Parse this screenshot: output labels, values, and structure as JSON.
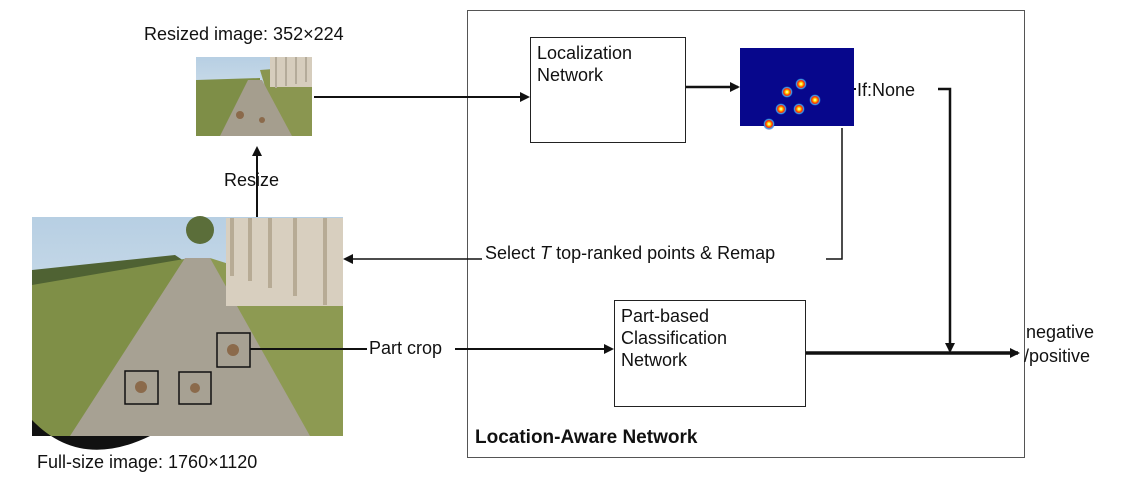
{
  "labels": {
    "resized_image": "Resized image: 352×224",
    "full_image": "Full-size image: 1760×1120",
    "resize": "Resize",
    "select": "Select",
    "select_var": "T",
    "select_rest": "top-ranked points & Remap",
    "if_none": "If:None",
    "part_crop": "Part crop",
    "output_line1": "negative",
    "output_line2": "/positive",
    "container_title": "Location-Aware Network"
  },
  "boxes": {
    "localization": "Localization\nNetwork",
    "classification": "Part-based\nClassification\nNetwork"
  },
  "colors": {
    "heatmap_bg": "#07078c",
    "sky": "#c9dbe8",
    "grass": "#7f8f47",
    "road": "#a7a193",
    "fence": "#d8cfbf",
    "line": "#111111"
  },
  "icons": {
    "resized_photo": "road-photo-small",
    "full_photo": "road-photo-large",
    "heatmap": "heatmap-keypoints"
  }
}
